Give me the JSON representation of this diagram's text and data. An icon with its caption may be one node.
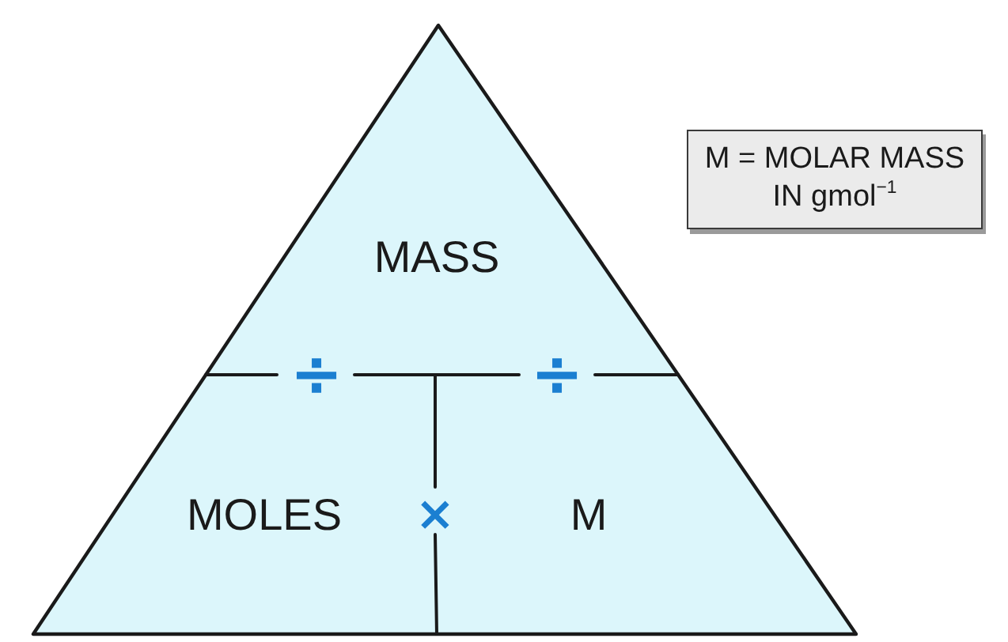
{
  "diagram": {
    "nodes": [
      {
        "text": [],
        "shape": "triangle"
      },
      {
        "text": [
          "MASS"
        ],
        "in": 0
      },
      {
        "text": [
          "MOLES"
        ],
        "in": 0
      },
      {
        "text": [
          "M"
        ],
        "in": 0
      },
      {
        "text": [
          "M = MOLAR MASS IN gmol$^{−1}$"
        ]
      }
    ],
    "labels": [
      "÷",
      "÷",
      "×"
    ]
  }
}
